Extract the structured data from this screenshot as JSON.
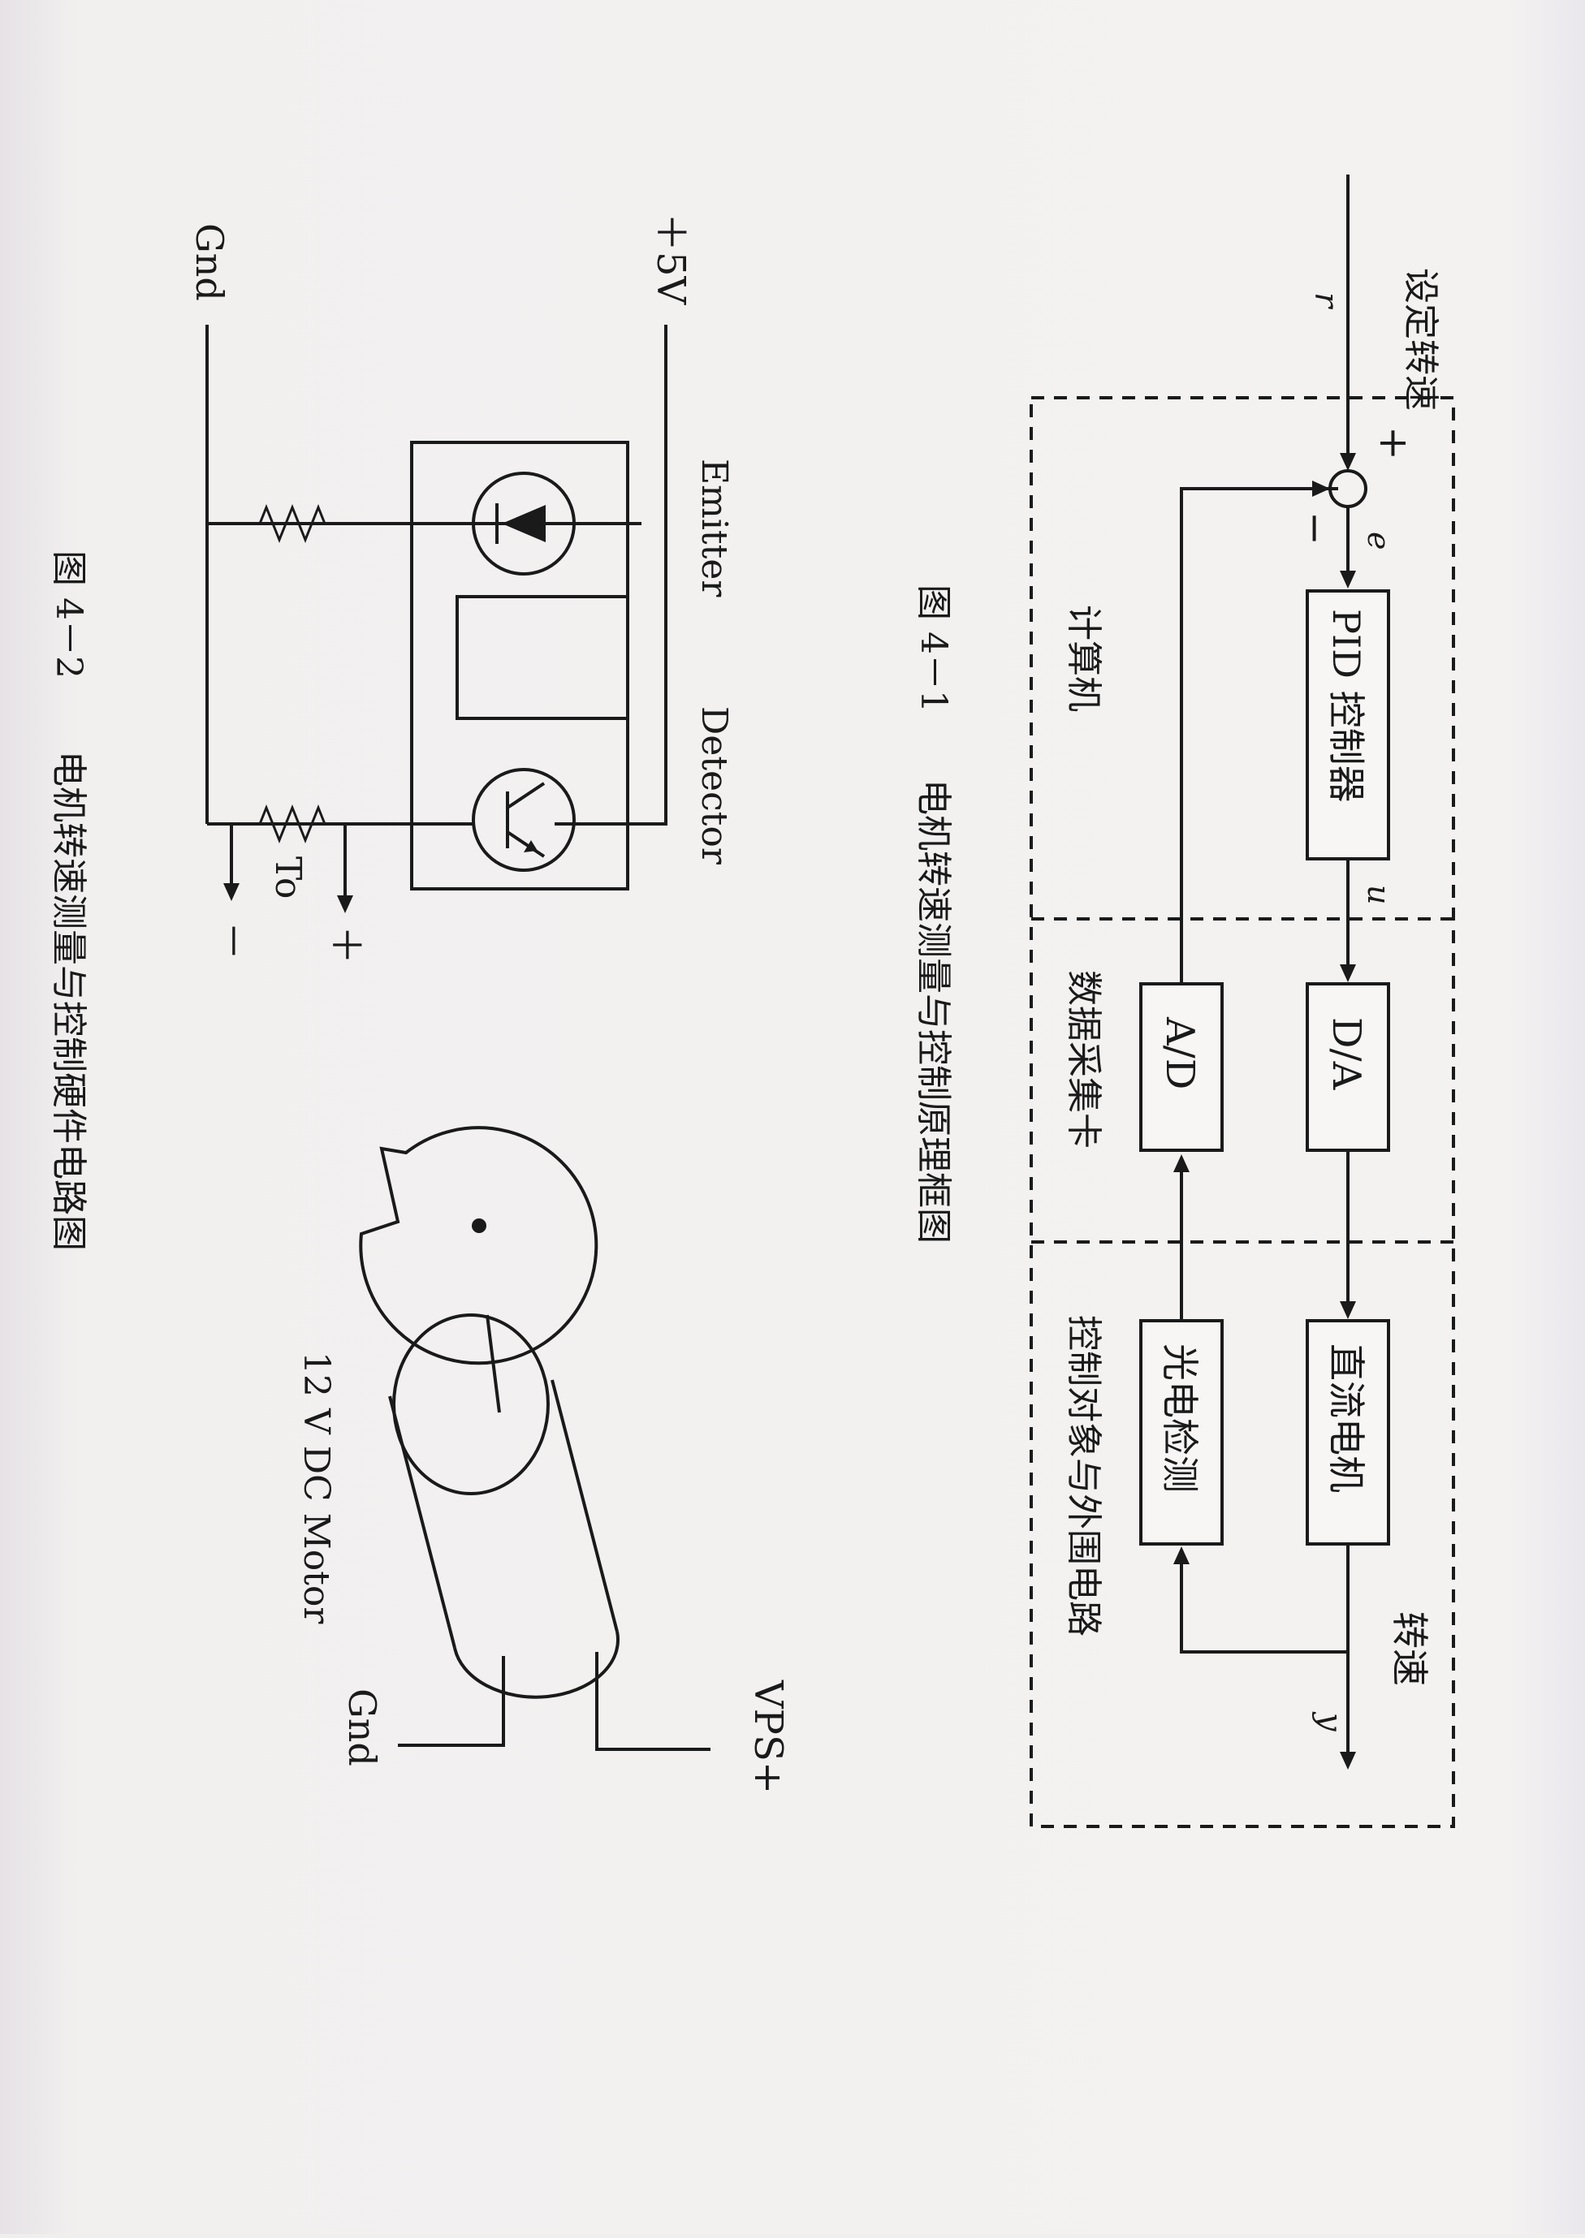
{
  "fig1": {
    "input_label": "设定转速",
    "r": "r",
    "e": "e",
    "u": "u",
    "y": "y",
    "plus": "+",
    "minus": "−",
    "output_label": "转速",
    "blocks": {
      "pid": "PID 控制器",
      "da": "D/A",
      "ad": "A/D",
      "motor": "直流电机",
      "sensor": "光电检测"
    },
    "regions": {
      "computer": "计算机",
      "daq": "数据采集卡",
      "plant": "控制对象与外围电路"
    },
    "caption_num": "图 4－1",
    "caption_text": "电机转速测量与控制原理框图"
  },
  "fig2": {
    "vcc": "＋5V",
    "gnd_left": "Gnd",
    "emitter": "Emitter",
    "detector": "Detector",
    "to": "To",
    "plus": "＋",
    "minus": "－",
    "vps": "VPS+",
    "gnd_motor": "Gnd",
    "motor_label": "12 V DC Motor",
    "caption_num": "图 4－2",
    "caption_text": "电机转速测量与控制硬件电路图"
  }
}
